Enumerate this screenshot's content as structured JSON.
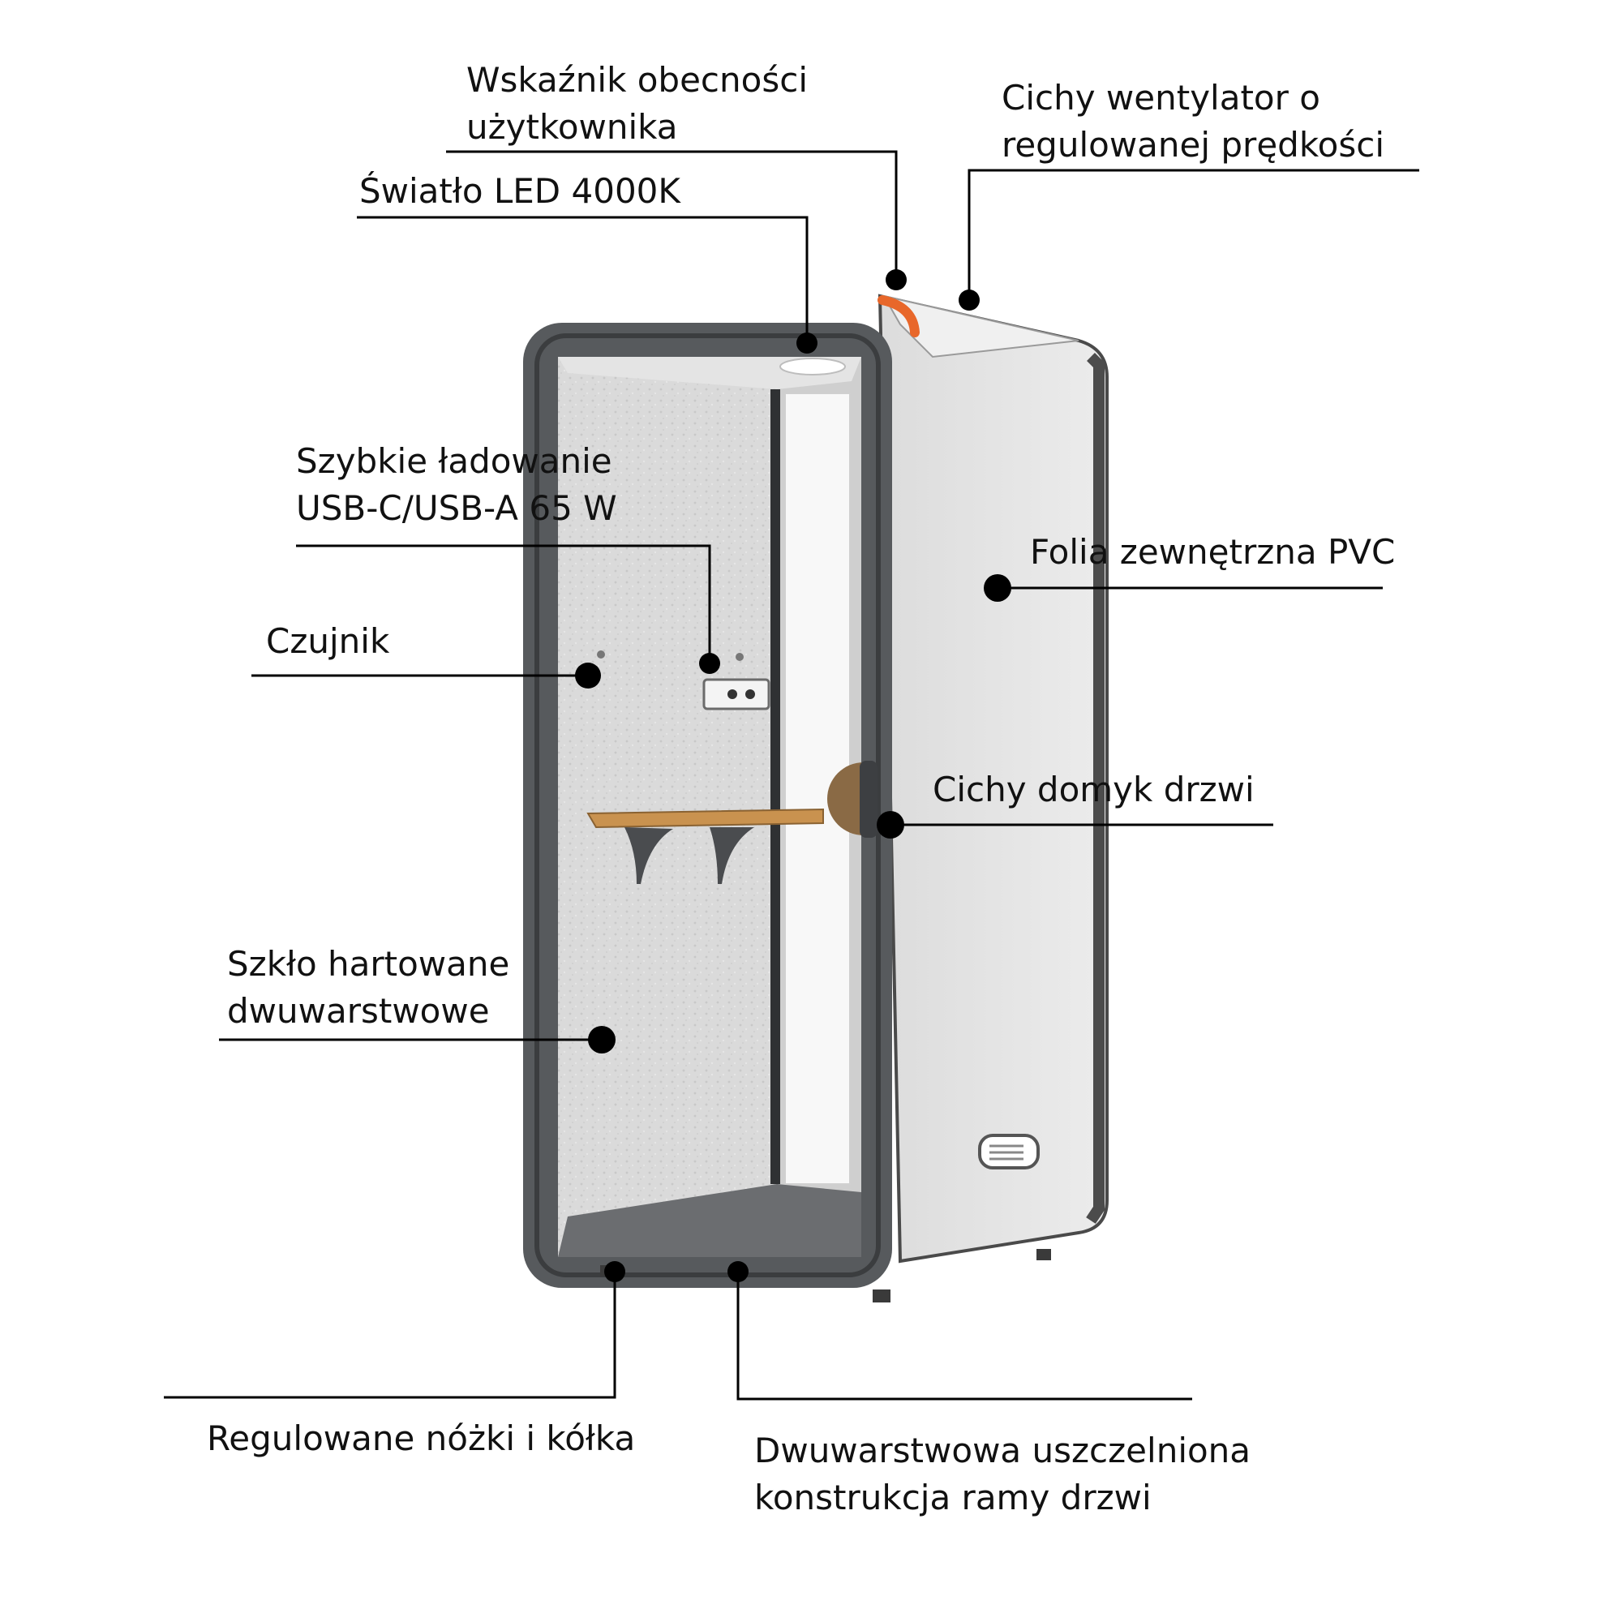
{
  "labels": {
    "presence": [
      "Wskaźnik obecności",
      "użytkownika"
    ],
    "fan": [
      "Cichy wentylator o",
      "regulowanej prędkości"
    ],
    "led": [
      "Światło LED 4000K"
    ],
    "usb": [
      "Szybkie ładowanie",
      "USB-C/USB-A 65 W"
    ],
    "pvc": [
      "Folia zewnętrzna PVC"
    ],
    "sensor": [
      "Czujnik"
    ],
    "door_hinge": [
      "Cichy domyk drzwi"
    ],
    "glass": [
      "Szkło hartowane",
      "dwuwarstwowe"
    ],
    "feet": [
      "Regulowane nóżki i kółka"
    ],
    "frame": [
      "Dwuwarstwowa uszczelniona",
      "konstrukcja ramy drzwi"
    ]
  },
  "colors": {
    "frame": "#555759",
    "side_panel": "#e6e6e6",
    "felt": "#d9d9d9",
    "desk": "#c9924f",
    "accent": "#e8672a",
    "leader": "#000000"
  }
}
